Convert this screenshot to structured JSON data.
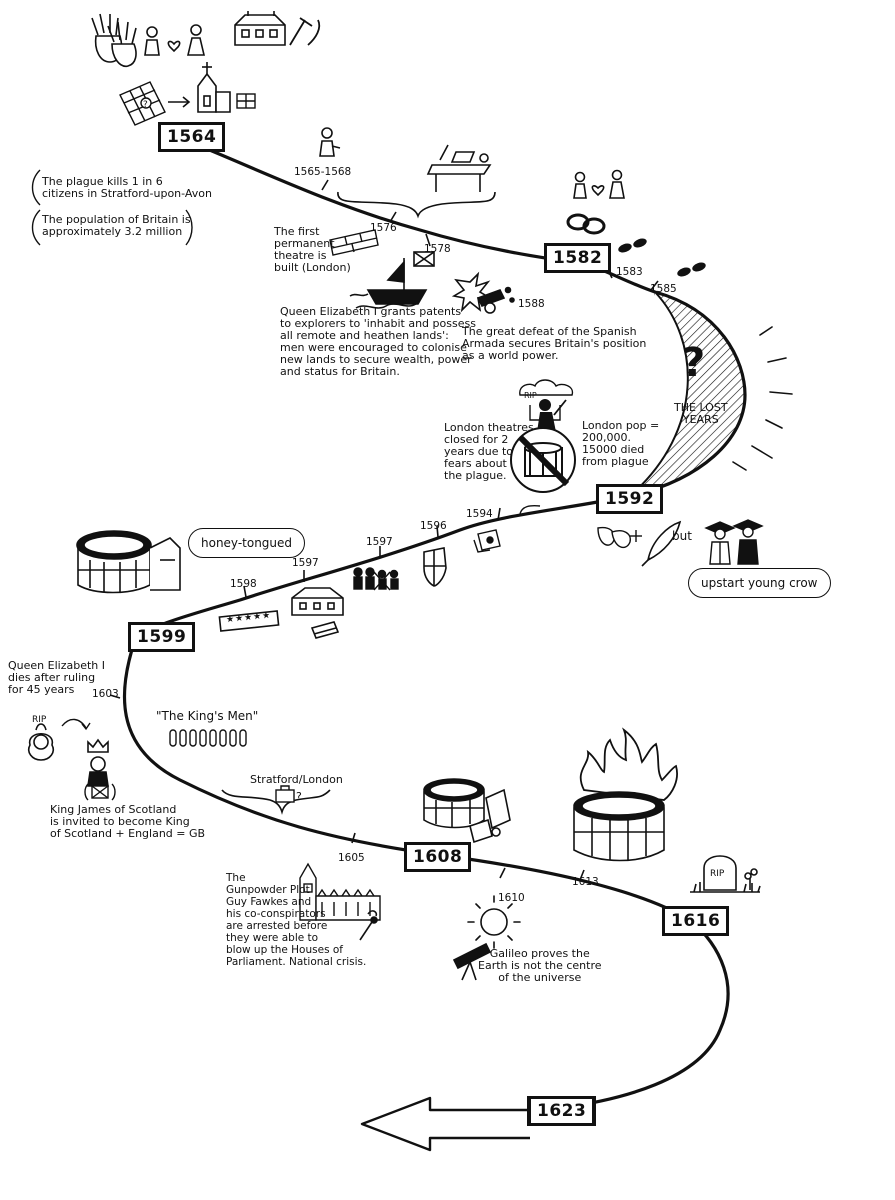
{
  "milestones": {
    "y1564": "1564",
    "y1565_68": "1565-1568",
    "y1576": "1576",
    "y1578": "1578",
    "y1582": "1582",
    "y1583": "1583",
    "y1585": "1585",
    "y1588": "1588",
    "y1592": "1592",
    "y1594": "1594",
    "y1596": "1596",
    "y1597a": "1597",
    "y1597b": "1597",
    "y1598": "1598",
    "y1599": "1599",
    "y1603": "1603",
    "y1605": "1605",
    "y1608": "1608",
    "y1610": "1610",
    "y1613": "1613",
    "y1616": "1616",
    "y1623": "1623"
  },
  "notes": {
    "plague": "The plague kills 1 in 6\ncitizens in Stratford-upon-Avon",
    "population": "The population of Britain is\napproximately 3.2 million",
    "theatre": "The first\npermanent\ntheatre is\nbuilt (London)",
    "patents": "Queen Elizabeth I grants patents\nto explorers to 'inhabit and possess\nall remote and heathen lands':\nmen were encouraged to colonise\nnew lands to secure wealth, power\nand status for Britain.",
    "armada": "The great defeat of the Spanish\nArmada secures Britain's position\nas a world power.",
    "lost_years": "THE LOST\nYEARS",
    "question": "?",
    "theatres_closed": "London theatres\nclosed for 2\nyears due to\nfears about\nthe plague.",
    "london_pop": "London pop =\n200,000.\n15000 died\nfrom plague",
    "honey": "honey-tongued",
    "upstart": "upstart young crow",
    "but": "but",
    "rip_small": "RIP",
    "rip_left": "RIP",
    "queen_dies": "Queen Elizabeth I\ndies after ruling\nfor 45 years",
    "kings_men": "\"The King's Men\"",
    "king_james": "King James of Scotland\nis invited to become King\nof Scotland + England = GB",
    "stratford_london": "Stratford/London",
    "gunpowder": "The\nGunpowder Plot\nGuy Fawkes and\nhis co-conspirators\nare arrested before\nthey were able to\nblow up the Houses of\nParliament. National crisis.",
    "galileo": "Galileo proves the\nEarth is not the centre\nof the universe",
    "rip_grave": "RIP",
    "stars": "★★★★★"
  },
  "colors": {
    "ink": "#111111",
    "paper": "#ffffff"
  },
  "icons": [
    "gloves-icon",
    "couple-icon",
    "heart-icon",
    "house-icon",
    "tools-icon",
    "calendar-icon",
    "church-icon",
    "person-icon",
    "desk-icon",
    "rings-icon",
    "footprints-icon",
    "ship-icon",
    "cannon-icon",
    "globe-theatre-icon",
    "shield-icon",
    "ticket-icon",
    "quill-icon",
    "graduate-icon",
    "crown-icon",
    "grave-icon",
    "telescope-icon",
    "sun-icon",
    "fire-icon",
    "suitcase-icon",
    "parliament-icon",
    "arrow-left-icon"
  ]
}
